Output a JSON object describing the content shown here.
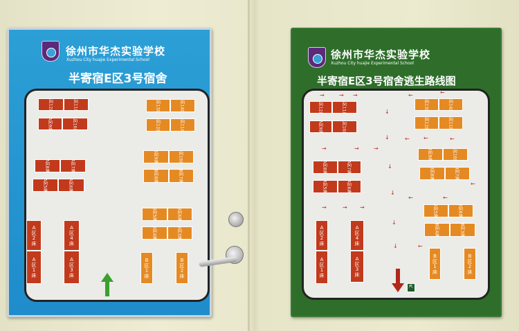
{
  "left_sign": {
    "school_name": "徐州市华杰实验学校",
    "school_name_en": "Xuzhou City huajie Experimental School",
    "title": "半寄宿E区3号宿舍",
    "beds": [
      "A区12床",
      "A区11床",
      "A区9床",
      "A区10床",
      "A区8床",
      "A区7床",
      "A区5床",
      "A区6床",
      "A区2床",
      "A区1床",
      "A区4床",
      "A区3床",
      "B区13床",
      "B区14床",
      "B区12床",
      "B区11床",
      "B区9床",
      "B区10床",
      "B区8床",
      "B区7床",
      "B区5床",
      "B区6床",
      "B区4床",
      "B区3床",
      "B区1床",
      "B区2床"
    ],
    "exit_arrow_icon": "green-up-arrow"
  },
  "right_sign": {
    "school_name": "徐州市华杰实验学校",
    "school_name_en": "Xuzhou City huajie Experimental School",
    "title": "半寄宿E区3号宿舍逃生路线图",
    "beds": [
      "A区12床",
      "A区11床",
      "A区9床",
      "A区10床",
      "A区8床",
      "A区7床",
      "A区5床",
      "A区6床",
      "A区2床",
      "A区1床",
      "A区4床",
      "A区3床",
      "B区13床",
      "B区14床",
      "B区12床",
      "B区11床",
      "B区9床",
      "B区10床",
      "B区8床",
      "B区7床",
      "B区5床",
      "B区6床",
      "B区4床",
      "B区3床",
      "B区1床",
      "B区2床"
    ],
    "exit_sign_icon": "exit-sign",
    "escape_arrow_icon": "red-down-arrow"
  },
  "colors": {
    "left_board": "#2c9fd6",
    "right_board": "#2e6e2a",
    "bed_a": "#c23a1c",
    "bed_b": "#e58a23",
    "escape_arrow": "#c4281a",
    "exit_arrow": "#3aa12e"
  }
}
